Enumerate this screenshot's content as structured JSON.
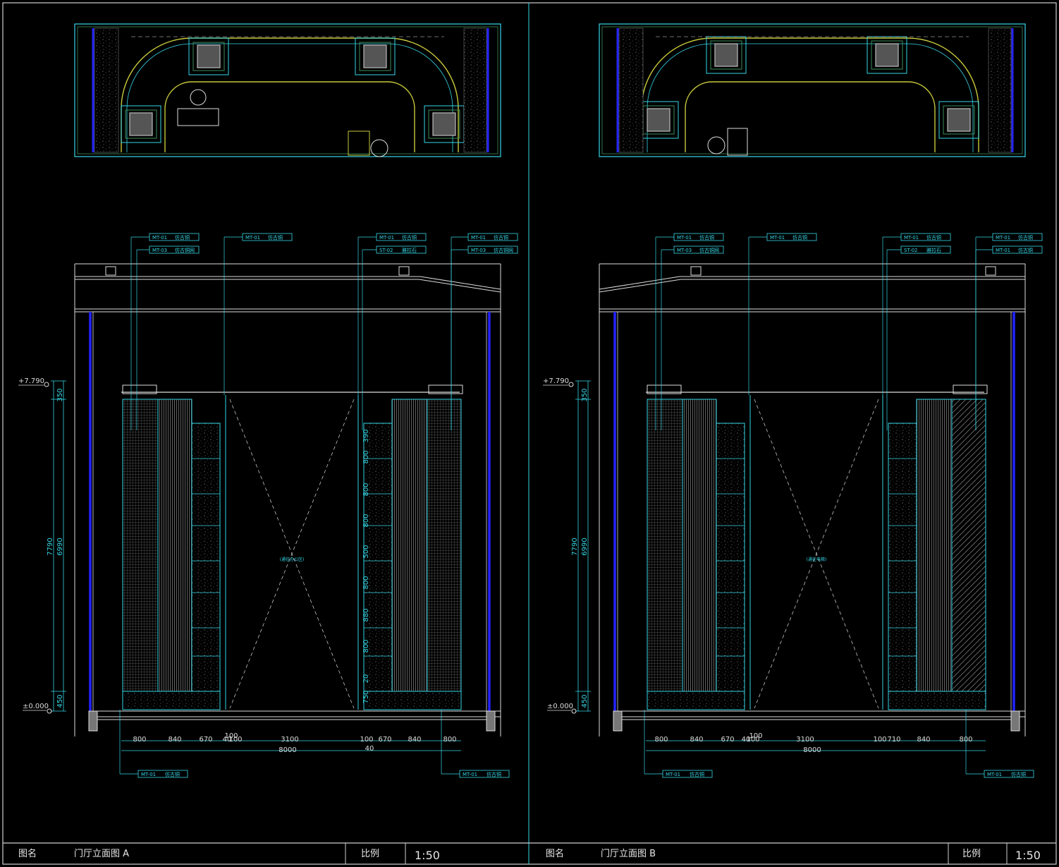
{
  "colors": {
    "background": "#000000",
    "cyan": "#35d6e6",
    "white": "#dcdcdc",
    "blue": "#2323ff",
    "yellow": "#c8c83c",
    "green": "#3c8c5a",
    "gray": "#8a8a8a"
  },
  "left": {
    "level_top": "+7.790",
    "level_bottom": "±0.000",
    "vdims": [
      "350",
      "6990",
      "7790",
      "450"
    ],
    "right_vdims": [
      "390",
      "800",
      "800",
      "800",
      "500",
      "800",
      "880",
      "800",
      "20",
      "750"
    ],
    "hdims": [
      "800",
      "840",
      "670",
      "40",
      "100",
      "3100",
      "100",
      "670",
      "840",
      "800"
    ],
    "sub_dims": [
      "100",
      "40"
    ],
    "total": "8000",
    "center_note": "(通往办公区)",
    "callouts_left": [
      {
        "code": "MT-01",
        "desc": "仿古铜"
      },
      {
        "code": "MT-03",
        "desc": "仿古铜网"
      }
    ],
    "callout_mid": {
      "code": "MT-01",
      "desc": "仿古铜"
    },
    "callouts_right_a": [
      {
        "code": "MT-01",
        "desc": "仿古铜"
      },
      {
        "code": "ST-02",
        "desc": "雅拉石"
      }
    ],
    "callouts_right_b": [
      {
        "code": "MT-01",
        "desc": "仿古铜"
      },
      {
        "code": "MT-03",
        "desc": "仿古铜网"
      }
    ],
    "callout_bottom_left": {
      "code": "MT-01",
      "desc": "仿古铜"
    },
    "callout_bottom_right": {
      "code": "MT-01",
      "desc": "仿古铜"
    }
  },
  "right": {
    "level_top": "+7.790",
    "level_bottom": "±0.000",
    "vdims": [
      "350",
      "6990",
      "7790",
      "450"
    ],
    "hdims": [
      "800",
      "840",
      "670",
      "40",
      "100",
      "3100",
      "100",
      "710",
      "840",
      "800"
    ],
    "sub_dims": [
      "100"
    ],
    "total": "8000",
    "center_note": "(通往电梯)",
    "callouts_left": [
      {
        "code": "MT-01",
        "desc": "仿古铜"
      },
      {
        "code": "MT-03",
        "desc": "仿古铜网"
      }
    ],
    "callout_mid": {
      "code": "MT-01",
      "desc": "仿古铜"
    },
    "callouts_right_a": [
      {
        "code": "MT-01",
        "desc": "仿古铜"
      },
      {
        "code": "ST-02",
        "desc": "雅拉石"
      }
    ],
    "callouts_right_b": [
      {
        "code": "MT-01",
        "desc": "仿古铜"
      },
      {
        "code": "MT-01",
        "desc": "仿古铜"
      }
    ],
    "callout_bottom_left": {
      "code": "MT-01",
      "desc": "仿古铜"
    },
    "callout_bottom_right": {
      "code": "MT-01",
      "desc": "仿古铜"
    }
  },
  "title_block": {
    "left": {
      "name_label": "图名",
      "name": "门厅立面图  A",
      "scale_label": "比例",
      "scale": "1:50"
    },
    "right": {
      "name_label": "图名",
      "name": "门厅立面图  B",
      "scale_label": "比例",
      "scale": "1:50"
    }
  }
}
